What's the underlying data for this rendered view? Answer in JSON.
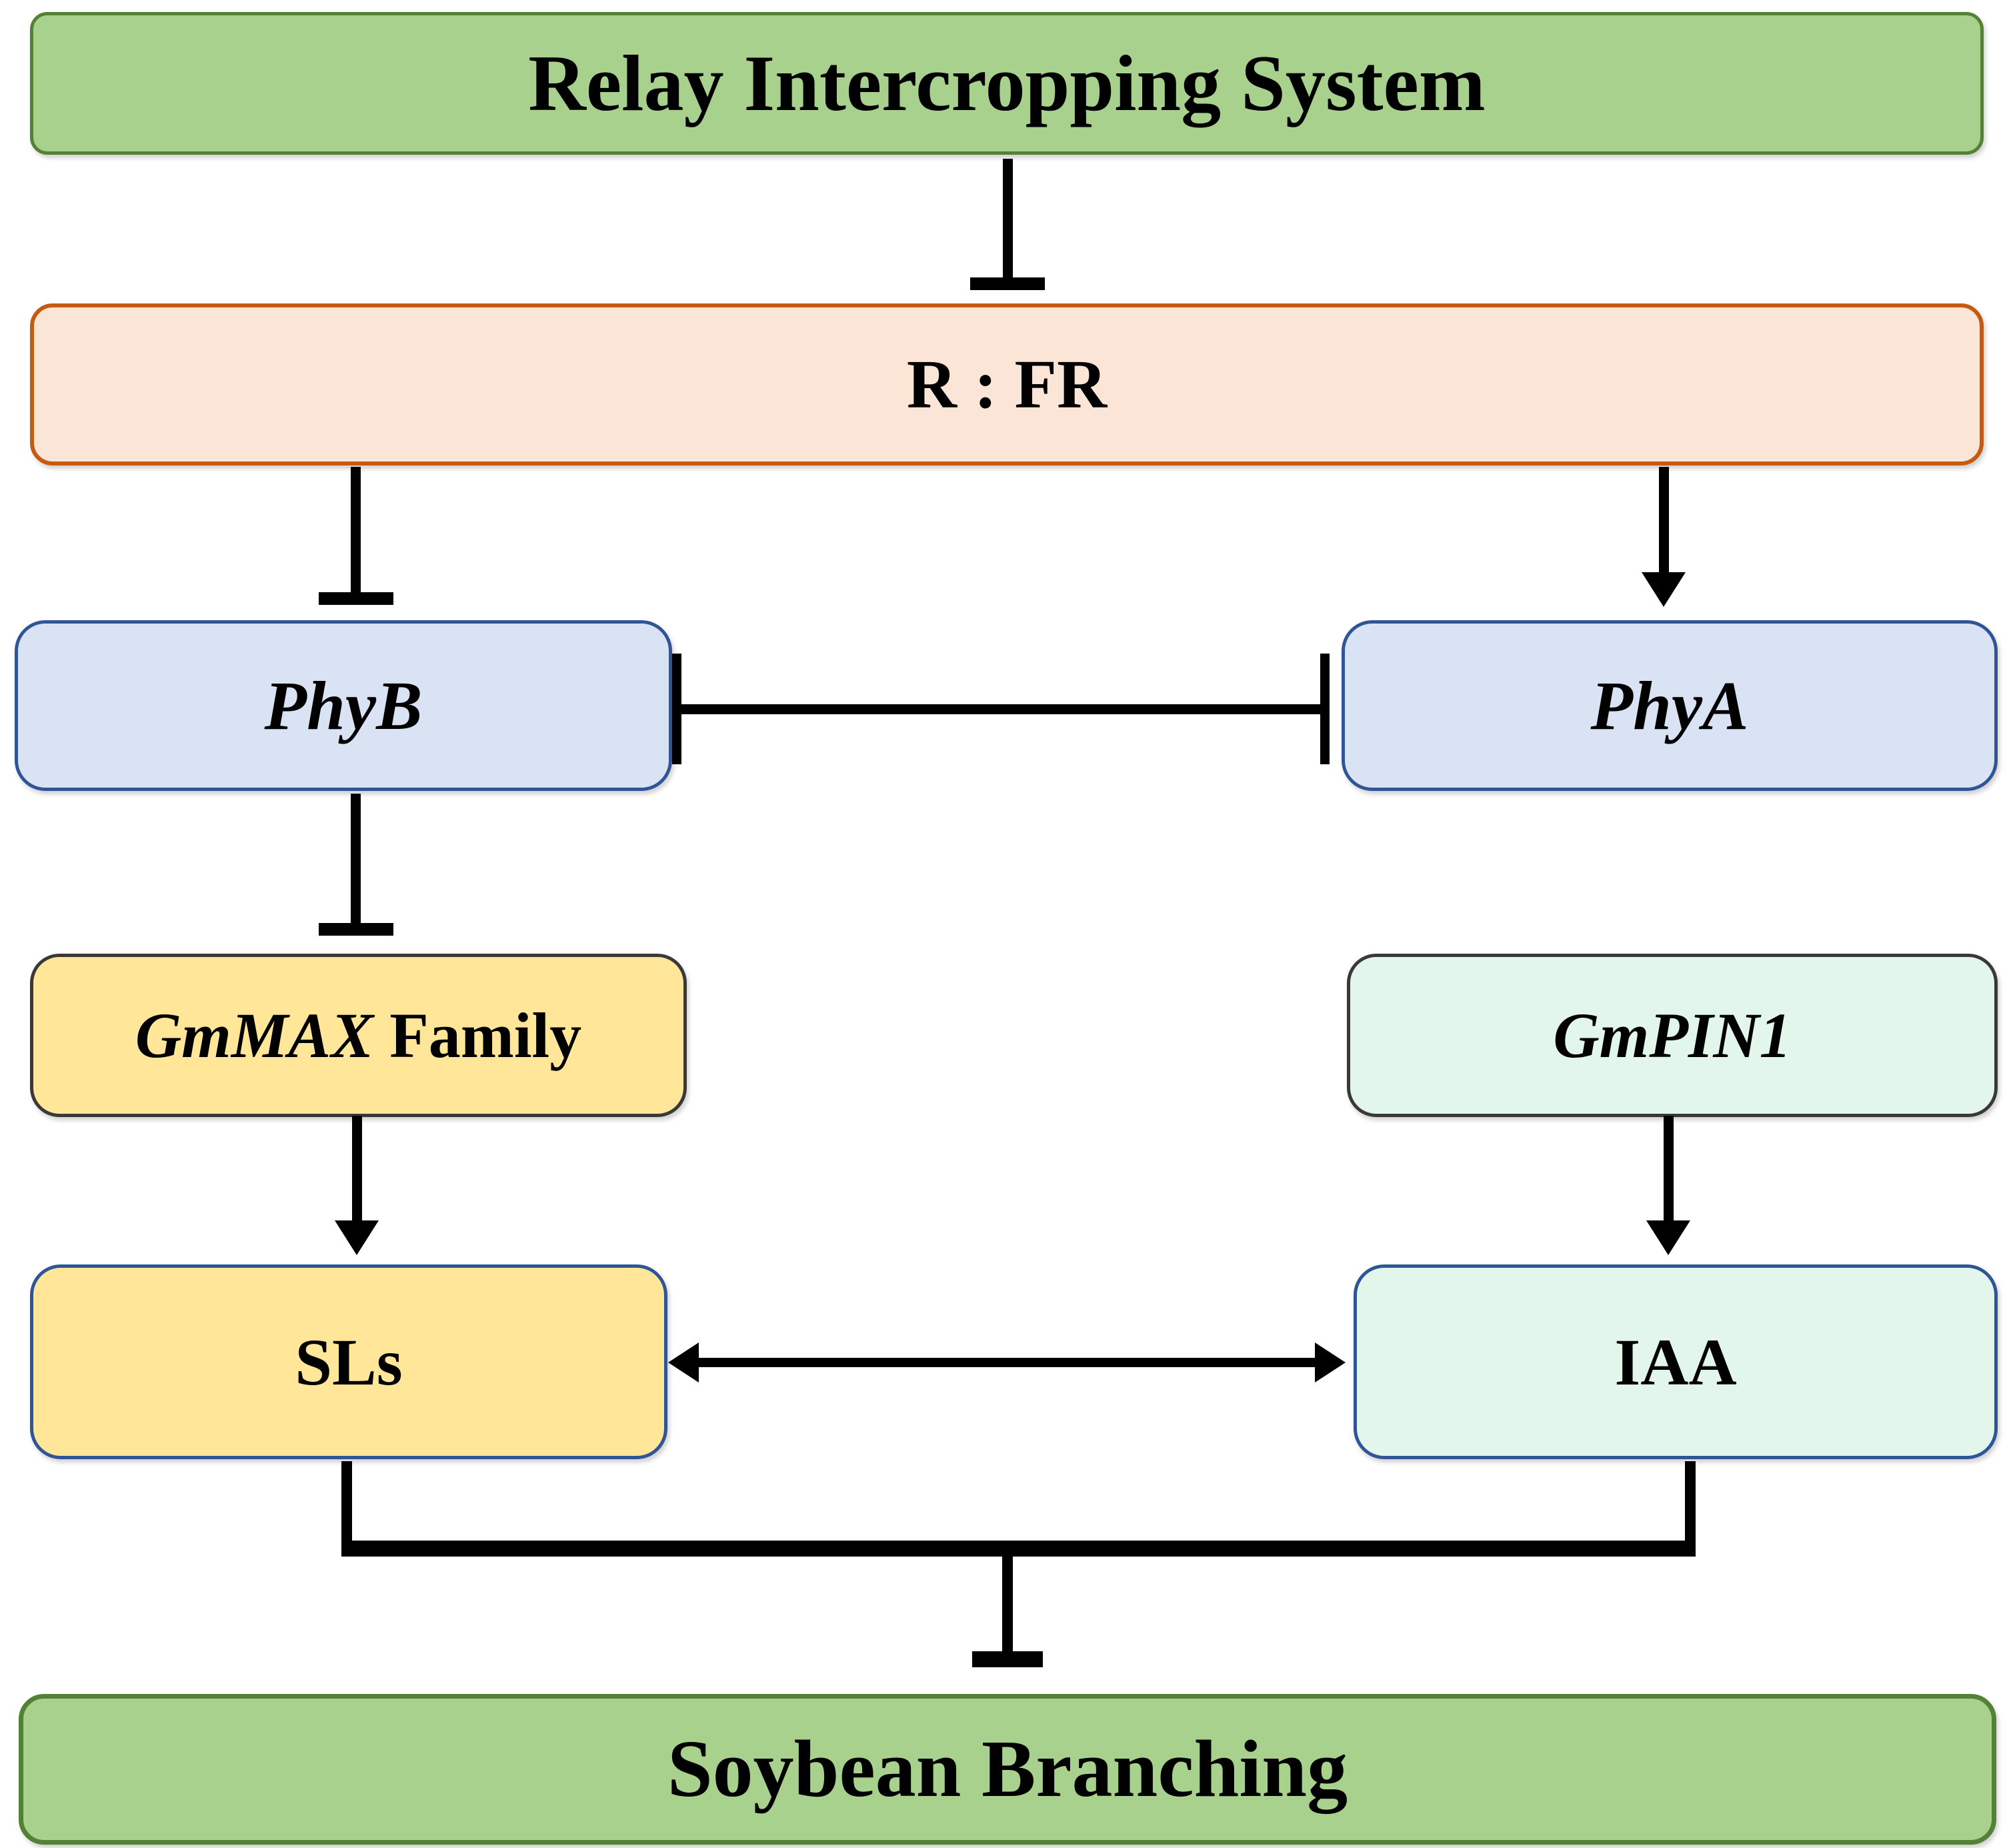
{
  "diagram": {
    "nodes": {
      "ris": "Relay Intercropping System",
      "rfr": "R : FR",
      "phyb": "PhyB",
      "phya": "PhyA",
      "gmmax_italic": "GmMAX",
      "gmmax_rest": " Family",
      "gmpin1": "GmPIN1",
      "sls": "SLs",
      "iaa": "IAA",
      "soybean": "Soybean Branching"
    },
    "edges": [
      {
        "from": "Relay Intercropping System",
        "to": "R : FR",
        "type": "inhibition"
      },
      {
        "from": "R : FR",
        "to": "PhyB",
        "type": "inhibition"
      },
      {
        "from": "R : FR",
        "to": "PhyA",
        "type": "activation"
      },
      {
        "from": "PhyB",
        "to": "PhyA",
        "type": "mutual inhibition"
      },
      {
        "from": "PhyB",
        "to": "GmMAX Family",
        "type": "inhibition"
      },
      {
        "from": "GmMAX Family",
        "to": "SLs",
        "type": "activation"
      },
      {
        "from": "GmPIN1",
        "to": "IAA",
        "type": "activation"
      },
      {
        "from": "SLs",
        "to": "IAA",
        "type": "bidirectional"
      },
      {
        "from": "SLs & IAA",
        "to": "Soybean Branching",
        "type": "inhibition"
      }
    ],
    "colors": {
      "green_fill": "#A9D18E",
      "green_border": "#538135",
      "peach_fill": "#FBE5D6",
      "peach_border": "#C55A11",
      "blue_fill": "#DAE3F3",
      "blue_border": "#2F5597",
      "yellow_fill": "#FFE699",
      "mint_fill": "#E2F6EC",
      "dark_border": "#3B3838",
      "line": "#000000"
    }
  }
}
